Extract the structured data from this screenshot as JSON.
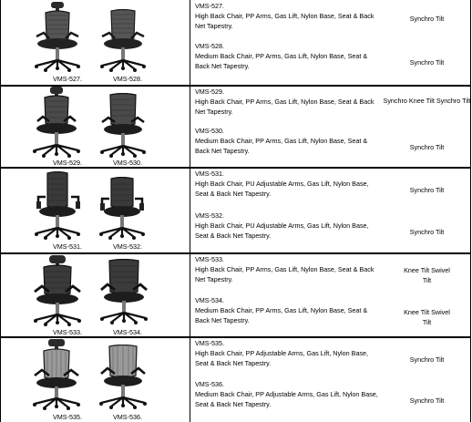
{
  "rows": [
    {
      "products": [
        {
          "code": "VMS-527.",
          "description": "High Back Chair, PP Arms, Gas Lift, Nylon Base, Seat & Back Net Tapestry.",
          "mechanism": "Synchro Tilt"
        },
        {
          "code": "VMS-528.",
          "description": "Medium Back Chair, PP Arms, Gas Lift, Nylon Base, Seat & Back Net Tapestry.",
          "mechanism": "Synchro Tilt"
        }
      ],
      "image_labels": [
        "VMS-527.",
        "VMS-528."
      ]
    },
    {
      "products": [
        {
          "code": "VMS-529.",
          "description": "High Back Chair, PP Arms, Gas Lift, Nylon Base, Seat & Back Net Tapestry.",
          "mechanism": "Synchro Knee Tilt  Synchro Tilt"
        },
        {
          "code": "VMS-530.",
          "description": "Medium Back Chair, PP Arms, Gas Lift, Nylon Base, Seat & Back Net Tapestry.",
          "mechanism": "Synchro Tilt"
        }
      ],
      "image_labels": [
        "VMS-529.",
        "VMS-530."
      ]
    },
    {
      "products": [
        {
          "code": "VMS-531.",
          "description": "High Back Chair, PU Adjustable Arms, Gas Lift, Nylon Base, Seat & Back Net Tapestry.",
          "mechanism": "Synchro Tilt"
        },
        {
          "code": "VMS-532.",
          "description": "High Back Chair, PU Adjustable Arms, Gas Lift, Nylon Base, Seat & Back Net Tapestry.",
          "mechanism": "Synchro Tilt"
        }
      ],
      "image_labels": [
        "VMS-531.",
        "VMS-532."
      ]
    },
    {
      "products": [
        {
          "code": "VMS-533.",
          "description": "High Back Chair, PP Arms, Gas Lift, Nylon Base, Seat & Back Net Tapestry.",
          "mechanism": "Knee Tilt Swivel Tilt"
        },
        {
          "code": "VMS-534.",
          "description": "Medium Back Chair, PP Arms, Gas Lift, Nylon Base, Seat & Back Net Tapestry.",
          "mechanism": "Knee Tilt Swivel Tilt"
        }
      ],
      "image_labels": [
        "VMS-533.",
        "VMS-534."
      ]
    },
    {
      "products": [
        {
          "code": "VMS-535.",
          "description": "High Back Chair, PP Adjustable Arms, Gas Lift, Nylon Base, Seat & Back Net Tapestry.",
          "mechanism": "Synchro Tilt"
        },
        {
          "code": "VMS-536.",
          "description": "Medium Back Chair, PP Adjustable Arms, Gas Lift, Nylon Base, Seat & Back Net Tapestry.",
          "mechanism": "Synchro Tilt"
        }
      ],
      "image_labels": [
        "VMS-535.",
        "VMS-536."
      ]
    }
  ]
}
